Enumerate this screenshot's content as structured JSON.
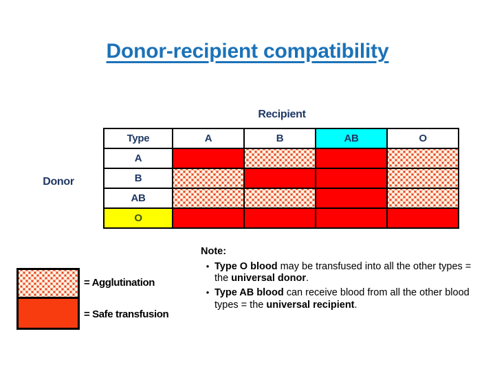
{
  "title": "Donor-recipient compatibility",
  "axis": {
    "recipient_label": "Recipient",
    "donor_label": "Donor"
  },
  "table": {
    "corner_header": "Type",
    "recipient_types": [
      "A",
      "B",
      "AB",
      "O"
    ],
    "donor_types": [
      "A",
      "B",
      "AB",
      "O"
    ],
    "highlight_column": "AB",
    "highlight_column_color": "#00ffff",
    "highlight_row": "O",
    "highlight_row_color": "#ffff00",
    "matrix": [
      {
        "donor": "A",
        "cells": [
          "safe",
          "agglutination",
          "safe",
          "agglutination"
        ]
      },
      {
        "donor": "B",
        "cells": [
          "agglutination",
          "safe",
          "safe",
          "agglutination"
        ]
      },
      {
        "donor": "AB",
        "cells": [
          "agglutination",
          "agglutination",
          "safe",
          "agglutination"
        ]
      },
      {
        "donor": "O",
        "cells": [
          "safe",
          "safe",
          "safe",
          "safe"
        ]
      }
    ]
  },
  "legend": {
    "items": [
      {
        "pattern": "agglutination",
        "label": "= Agglutination",
        "color": "#e8401c"
      },
      {
        "pattern": "safe",
        "label": "= Safe transfusion",
        "color": "#f83c10"
      }
    ]
  },
  "note": {
    "heading": "Note:",
    "bullet_glyph": "•",
    "items": [
      {
        "bold_lead": "Type O blood",
        "mid_text": " may be transfused into all the other types = the ",
        "bold_tail": "universal donor",
        "end_text": "."
      },
      {
        "bold_lead": "Type AB blood",
        "mid_text": " can receive blood from all the other blood types = the ",
        "bold_tail": "universal recipient",
        "end_text": "."
      }
    ]
  },
  "colors": {
    "title": "#1b72b8",
    "caption": "#1f3864",
    "safe_fill": "#ff0000",
    "agglutination_fill": "#e8401c",
    "agglutination_dot": "#fdf3e3",
    "cyan": "#00ffff",
    "yellow": "#ffff00"
  }
}
